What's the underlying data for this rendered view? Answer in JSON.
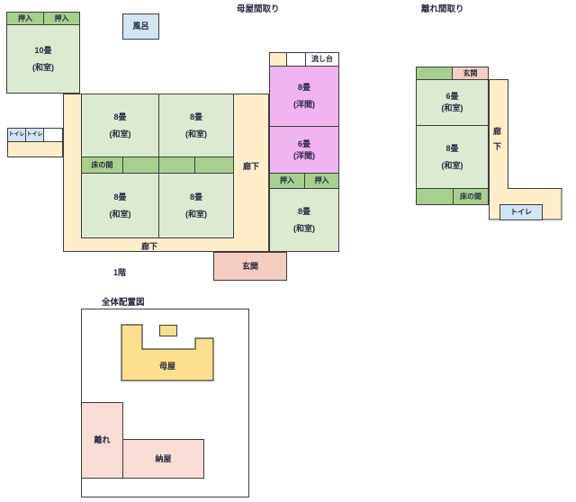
{
  "titles": {
    "main_house": "母屋間取り",
    "annex": "離れ間取り",
    "site_plan": "全体配置図"
  },
  "labels": {
    "oshiire": "押入",
    "tatami10": "10畳",
    "tatami8": "8畳",
    "tatami6": "6畳",
    "washitsu": "(和室)",
    "youma": "(洋間)",
    "bath": "風呂",
    "toilet": "トイレ",
    "sink": "流し台",
    "corridor": "廊下",
    "corridor_vertical": "廊\n下",
    "tokonoma": "床の間",
    "genkan": "玄関",
    "floor1": "1階",
    "omoya": "母屋",
    "hanare": "離れ",
    "naya": "納屋"
  },
  "colors": {
    "room_green": "#dcead2",
    "accent_green": "#a7cf8e",
    "corridor": "#feeeca",
    "pink": "#f0b4f0",
    "salmon": "#f5cdc2",
    "site_pink": "#f8dcd6",
    "blue": "#d3e4f2",
    "yellow": "#fbdf8d",
    "border": "#3d3d3d"
  }
}
